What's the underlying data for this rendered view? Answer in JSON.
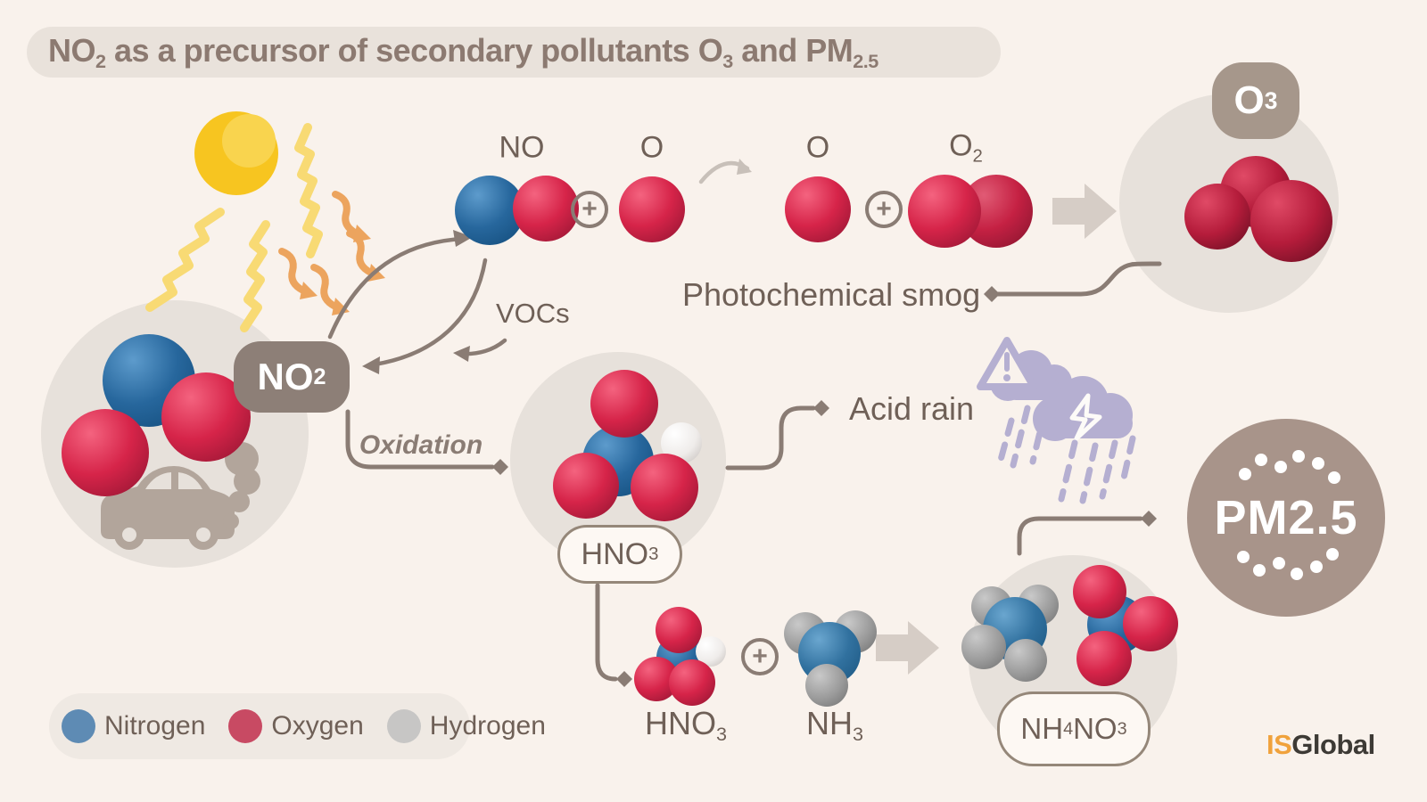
{
  "title": {
    "p1": "NO",
    "s1": "2",
    "p2": " as a precursor of secondary pollutants O",
    "s2": "3",
    "p3": " and PM",
    "s3": "2.5"
  },
  "labels": {
    "no2": {
      "p": "NO",
      "s": "2"
    },
    "no": "NO",
    "o_a": "O",
    "o_b": "O",
    "o2": {
      "p": "O",
      "s": "2"
    },
    "o3": {
      "p": "O",
      "s": "3"
    },
    "vocs": "VOCs",
    "smog": "Photochemical smog",
    "oxidation": "Oxidation",
    "acid_rain": "Acid rain",
    "hno3": {
      "p": "HNO",
      "s": "3"
    },
    "nh3": {
      "p": "NH",
      "s": "3"
    },
    "nh4no3": {
      "p1": "NH",
      "s1": "4",
      "p2": "NO",
      "s2": "3"
    },
    "pm25": "PM2.5",
    "plus": "+"
  },
  "legend": {
    "items": [
      {
        "label": "Nitrogen",
        "color": "#5e8bb4"
      },
      {
        "label": "Oxygen",
        "color": "#c84a63"
      },
      {
        "label": "Hydrogen",
        "color": "#c7c6c5"
      }
    ]
  },
  "logo": {
    "is": "IS",
    "global": "Global"
  },
  "colors": {
    "background": "#f9f2ec",
    "nitrogen": "#27679d",
    "oxygen": "#d62449",
    "hydrogen": "#e8e5e2",
    "taupe_text": "#6f6057",
    "taupe_arrow": "#8a7c74",
    "badge": "#8d7f77",
    "pm_circle": "#a8948a",
    "storm_lavender": "#b5afd1",
    "sun_yellow": "#f7c520",
    "uv_orange": "#eca45e"
  }
}
